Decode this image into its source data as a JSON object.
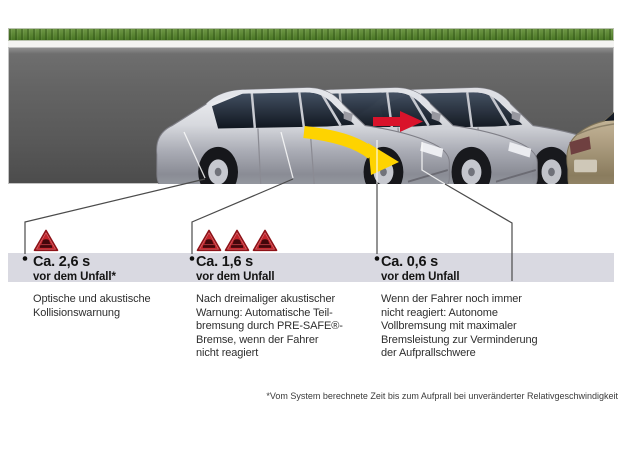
{
  "phases": [
    {
      "time": "Ca. 2,6 s",
      "when": "vor dem Unfall*",
      "description": "Optische und akustische\nKollisionswarnung",
      "warning_triangles": 1
    },
    {
      "time": "Ca. 1,6 s",
      "when": "vor dem Unfall",
      "description": "Nach dreimaliger akustischer\nWarnung: Automatische Teil-\nbremsung durch PRE-SAFE®-\nBremse, wenn der Fahrer\nnicht reagiert",
      "warning_triangles": 3
    },
    {
      "time": "Ca. 0,6 s",
      "when": "vor dem Unfall",
      "description": "Wenn der Fahrer noch immer\nnicht reagiert: Autonome\nVollbremsung mit maximaler\nBremsleistung zur Verminderung\nder Aufprallschwere",
      "warning_triangles": 0
    }
  ],
  "footnote": "*Vom System berechnete Zeit bis zum Aufprall bei unveränderter Relativgeschwindigkeit",
  "scene": {
    "icons": {
      "warning_triangle": "collision-warning-triangle-icon",
      "impact_arrow": "impact-direction-arrow-icon",
      "evasive_arrow": "evasive-path-arrow-icon"
    },
    "vehicles": {
      "approaching_sequence": "silver-sedan-x3",
      "target": "gold-sedan"
    }
  },
  "colors": {
    "band": "#d9d9e1",
    "warning_red": "#c3242b",
    "impact_arrow_red": "#d9132b",
    "evasive_arrow_yellow": "#fed300",
    "road_gray": "#616161",
    "grass_green": "#55812e"
  }
}
